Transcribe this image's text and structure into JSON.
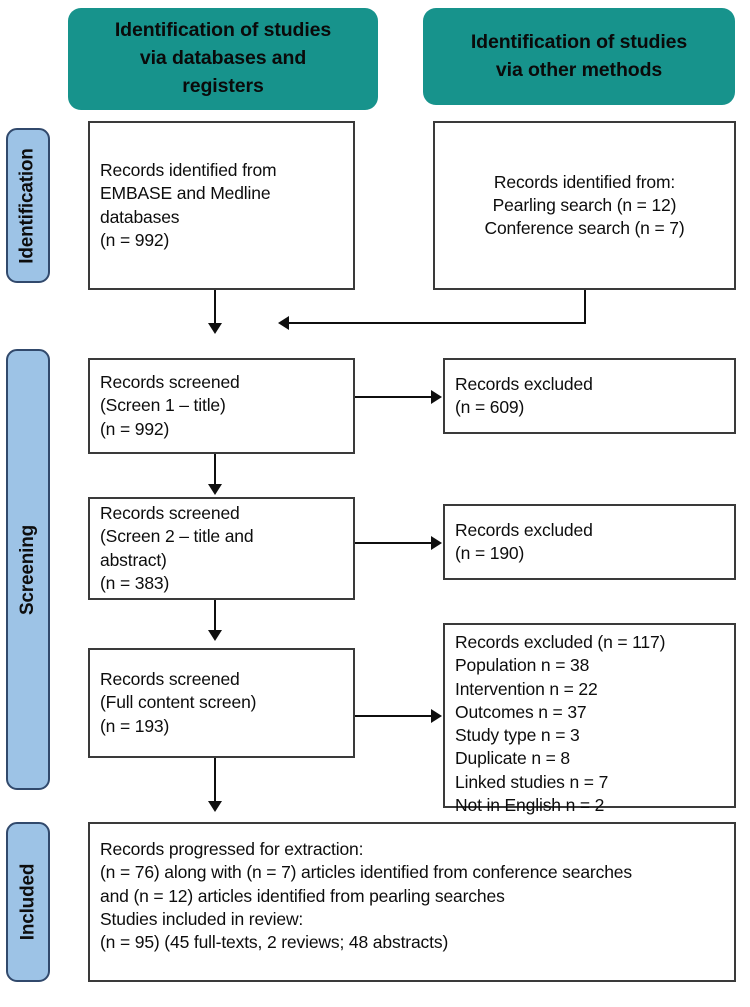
{
  "headers": [
    {
      "id": "databases",
      "label": "Identification of studies\nvia databases and\nregisters"
    },
    {
      "id": "other-methods",
      "label": "Identification of studies\nvia other methods"
    }
  ],
  "stages": [
    {
      "id": "identification",
      "label": "Identification"
    },
    {
      "id": "screening",
      "label": "Screening"
    },
    {
      "id": "included",
      "label": "Included"
    }
  ],
  "nodes": {
    "records_identified_databases": "Records identified from\nEMBASE and Medline\ndatabases\n(n = 992)",
    "records_identified_other": "Records identified from:\nPearling search (n = 12)\nConference search (n = 7)",
    "screen1": "Records screened\n(Screen 1 – title)\n(n = 992)",
    "excluded1": "Records excluded\n(n = 609)",
    "screen2": "Records screened\n(Screen 2 – title and\nabstract)\n(n = 383)",
    "excluded2": "Records excluded\n(n = 190)",
    "screen3": "Records screened\n(Full content screen)\n(n = 193)",
    "excluded3": "Records excluded (n = 117)\nPopulation n = 38\nIntervention n = 22\nOutcomes n = 37\nStudy type n = 3\nDuplicate n = 8\nLinked studies n = 7\nNot in English n = 2",
    "included_final": "Records progressed for extraction:\n(n = 76) along with (n = 7) articles identified from conference searches\nand (n = 12) articles identified from pearling searches\nStudies included in review:\n(n = 95) (45 full-texts, 2 reviews; 48 abstracts)"
  },
  "colors": {
    "header_teal": "#17938c",
    "stage_blue": "#9dc3e6",
    "stage_border": "#31496c",
    "node_border": "#3a3a3a",
    "connector": "#0f0f0f"
  },
  "chart_data": {
    "type": "table",
    "title": "PRISMA 2020 flow diagram",
    "columns": [
      "stage",
      "label",
      "count"
    ],
    "rows": [
      [
        "Identification",
        "Records identified from EMBASE and Medline databases",
        992
      ],
      [
        "Identification",
        "Pearling search",
        12
      ],
      [
        "Identification",
        "Conference search",
        7
      ],
      [
        "Screening",
        "Records screened (Screen 1 – title)",
        992
      ],
      [
        "Screening",
        "Records excluded after Screen 1",
        609
      ],
      [
        "Screening",
        "Records screened (Screen 2 – title and abstract)",
        383
      ],
      [
        "Screening",
        "Records excluded after Screen 2",
        190
      ],
      [
        "Screening",
        "Records screened (Full content screen)",
        193
      ],
      [
        "Screening",
        "Records excluded at full content screen",
        117
      ],
      [
        "Screening",
        "Excluded – Population",
        38
      ],
      [
        "Screening",
        "Excluded – Intervention",
        22
      ],
      [
        "Screening",
        "Excluded – Outcomes",
        37
      ],
      [
        "Screening",
        "Excluded – Study type",
        3
      ],
      [
        "Screening",
        "Excluded – Duplicate",
        8
      ],
      [
        "Screening",
        "Excluded – Linked studies",
        7
      ],
      [
        "Screening",
        "Excluded – Not in English",
        2
      ],
      [
        "Included",
        "Records progressed for extraction",
        76
      ],
      [
        "Included",
        "Articles identified from conference searches",
        7
      ],
      [
        "Included",
        "Articles identified from pearling searches",
        12
      ],
      [
        "Included",
        "Studies included in review",
        95
      ],
      [
        "Included",
        "Full-texts",
        45
      ],
      [
        "Included",
        "Reviews",
        2
      ],
      [
        "Included",
        "Abstracts",
        48
      ]
    ]
  }
}
